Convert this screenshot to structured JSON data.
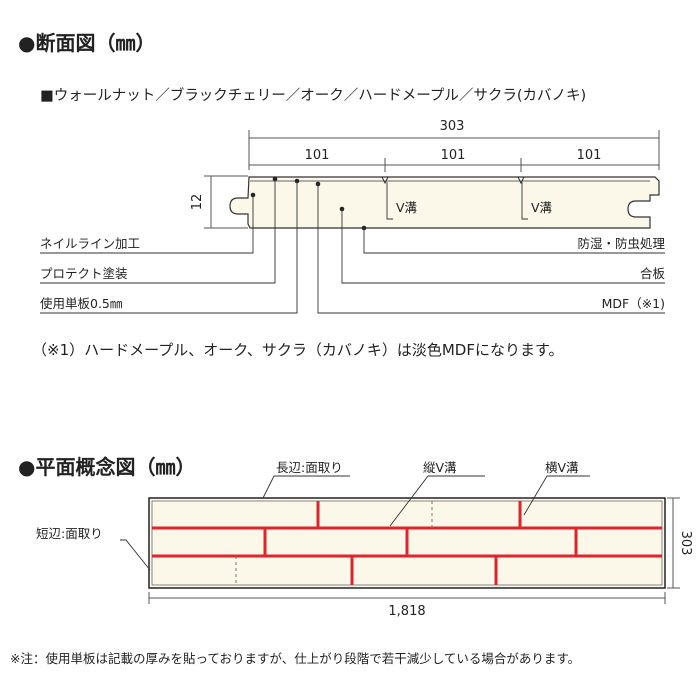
{
  "section1": {
    "title": "●断面図（㎜）",
    "subtitle": "■ウォールナット／ブラックチェリー／オーク／ハードメープル／サクラ(カバノキ)",
    "dims": {
      "total": "303",
      "seg1": "101",
      "seg2": "101",
      "seg3": "101",
      "thickness": "12"
    },
    "groove_labels": [
      "V溝",
      "V溝"
    ],
    "left_labels": [
      "ネイルライン加工",
      "プロテクト塗装",
      "使用単板0.5㎜"
    ],
    "right_labels": [
      "防湿・防虫処理",
      "合板",
      "MDF（※1)"
    ],
    "note": "（※1）ハードメープル、オーク、サクラ（カバノキ）は淡色MDFになります。"
  },
  "section2": {
    "title": "●平面概念図（㎜）",
    "labels": {
      "long_edge": "長辺:面取り",
      "vertical_groove": "縦V溝",
      "horizontal_groove": "横V溝",
      "short_edge": "短辺:面取り"
    },
    "dims": {
      "length": "1,818",
      "width": "303"
    }
  },
  "footnote": "※注：使用単板は記載の厚みを貼っておりますが、仕上がり段階で若干減少している場合があります。",
  "colors": {
    "board_fill": "#fbf8ea",
    "groove_red": "#e0242c",
    "line": "#333333"
  }
}
